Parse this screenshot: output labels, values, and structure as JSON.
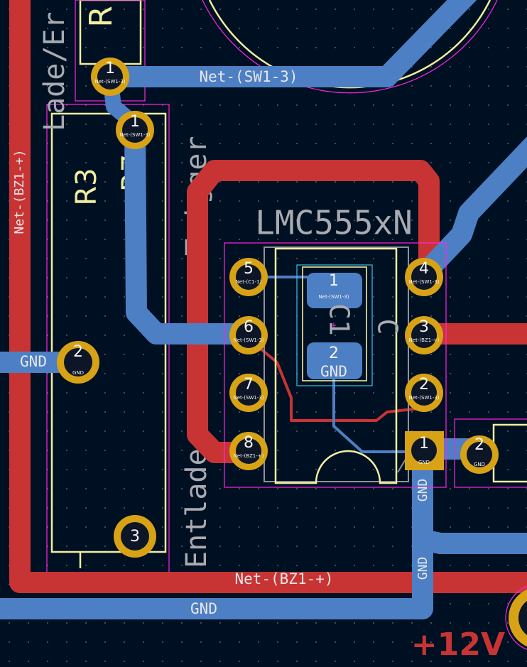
{
  "board": {
    "colors": {
      "background": "#001023",
      "front_copper": "#c83434",
      "back_copper": "#4d7fc4",
      "pad": "#d7a216",
      "silkscreen": "#f2eda1",
      "courtyard": "#ff26e2",
      "grey_text": "#a9abb0"
    },
    "labels": {
      "ic_value": "LMC555xN",
      "r3": "R3",
      "r_partial": "R7",
      "entlade": "Entlade",
      "lade_er": "Lade/Er",
      "trigger_partial": "Trigger",
      "top_r": "R",
      "c_mark": "C",
      "c1_mark": "C1",
      "plus12v": "+12V"
    },
    "nets": {
      "sw1_3": "Net-(SW1-3)",
      "bz1_plus_v": "Net-(BZ1-+)",
      "bz1_plus_h": "Net-(BZ1-+)",
      "gnd_left": "GND",
      "gnd_bottom": "GND",
      "gnd_vert1": "GND",
      "gnd_vert2": "GND"
    },
    "pads": {
      "top1": "1",
      "top1_net": "Net-(SW1-3)",
      "r_1": "1",
      "r_1_net": "Net-(SW1-3)",
      "left2": "2",
      "left2_net": "GND",
      "bot3": "3",
      "ic1": "1",
      "ic1_net": "GND",
      "ic2": "2",
      "ic2_net": "Net-(SW1-3)",
      "ic3": "3",
      "ic3_net": "Net-(BZ1-+)",
      "ic4": "4",
      "ic4_net": "Net-(SW1-3)",
      "ic5": "5",
      "ic5_net": "Net-(C1-1)",
      "ic6": "6",
      "ic6_net": "Net-(SW1-3)",
      "ic7": "7",
      "ic7_net": "Net-(SW1-3)",
      "ic8": "8",
      "ic8_net": "Net-(BZ1-+)",
      "c1_1": "1",
      "c1_1_net": "Net-(SW1-3)",
      "c1_2": "2",
      "c1_2_net": "GND",
      "right2": "2",
      "right2_net": "GND"
    }
  }
}
